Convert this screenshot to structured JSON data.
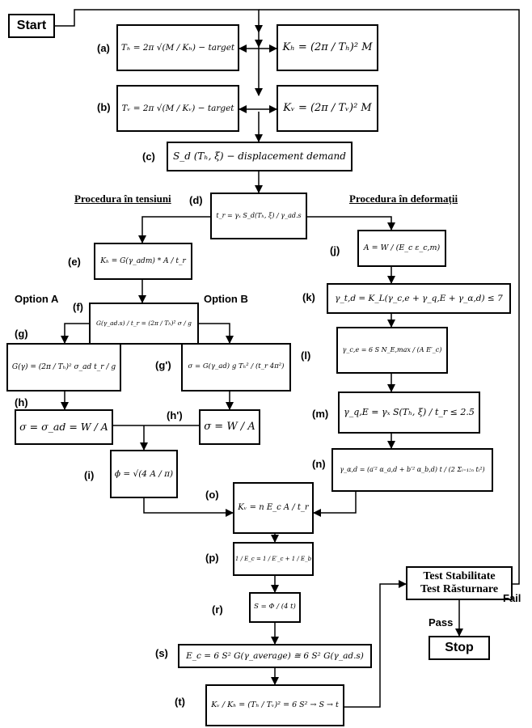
{
  "start": "Start",
  "stop": "Stop",
  "test": {
    "line1": "Test Stabilitate",
    "line2": "Test Răsturnare"
  },
  "pass": "Pass",
  "fail": "Fail",
  "headings": {
    "left": "Procedura în tensiuni",
    "right": "Procedura în deformații"
  },
  "options": {
    "a": "Option A",
    "b": "Option B"
  },
  "labels": {
    "a": "(a)",
    "b": "(b)",
    "c": "(c)",
    "d": "(d)",
    "e": "(e)",
    "f": "(f)",
    "g": "(g)",
    "g2": "(g')",
    "h": "(h)",
    "h2": "(h')",
    "i": "(i)",
    "j": "(j)",
    "k": "(k)",
    "l": "(l)",
    "m": "(m)",
    "n": "(n)",
    "o": "(o)",
    "p": "(p)",
    "r": "(r)",
    "s": "(s)",
    "t": "(t)"
  },
  "formulas": {
    "a_left": "Tₕ = 2π √(M / Kₕ) − target",
    "a_right": "Kₕ = (2π / Tₕ)² M",
    "b_left": "Tᵥ = 2π √(M / Kᵥ) − target",
    "b_right": "Kᵥ = (2π / Tᵥ)² M",
    "c": "S_d (Tₕ, ξ) − displacement demand",
    "d": "t_r = γₓ S_d(Tₕ, ξ) / γ_ad.s",
    "e": "Kₕ = G(γ_adm) * A / t_r",
    "f": "G(γ_ad.s) / t_r = (2π / Tₕ)² σ / g",
    "g": "G(γ) = (2π / Tₕ)² σ_ad t_r / g",
    "g2": "σ = G(γ_ad) g Tₕ² / (t_r 4π²)",
    "h": "σ = σ_ad = W / A",
    "h2": "σ = W / A",
    "i": "ϕ = √(4 A / π)",
    "j": "A = W / (E_c ε_c,m)",
    "k": "γ_t,d = K_L(γ_c,e + γ_q,E + γ_α,d) ≤ 7",
    "l": "γ_c,e = 6 S N_E,max / (A E′_c)",
    "m": "γ_q,E = γₓ S(Tₕ, ξ) / t_r ≤ 2.5",
    "n": "γ_α,d = (a′² α_a,d + b′² α_b,d) t / (2 Σᵢ₌₁:ₙ tᵢ²)",
    "o": "Kᵥ = n E_c A / t_r",
    "p": "1 / E_c = 1 / E′_c + 1 / E_b",
    "r": "S = Φ / (4 t)",
    "s": "E_c = 6 S² G(γ_average) ≅ 6 S² G(γ_ad.s)",
    "t": "Kᵥ / Kₕ = (Tₕ / Tᵥ)² = 6 S² → S → t"
  }
}
